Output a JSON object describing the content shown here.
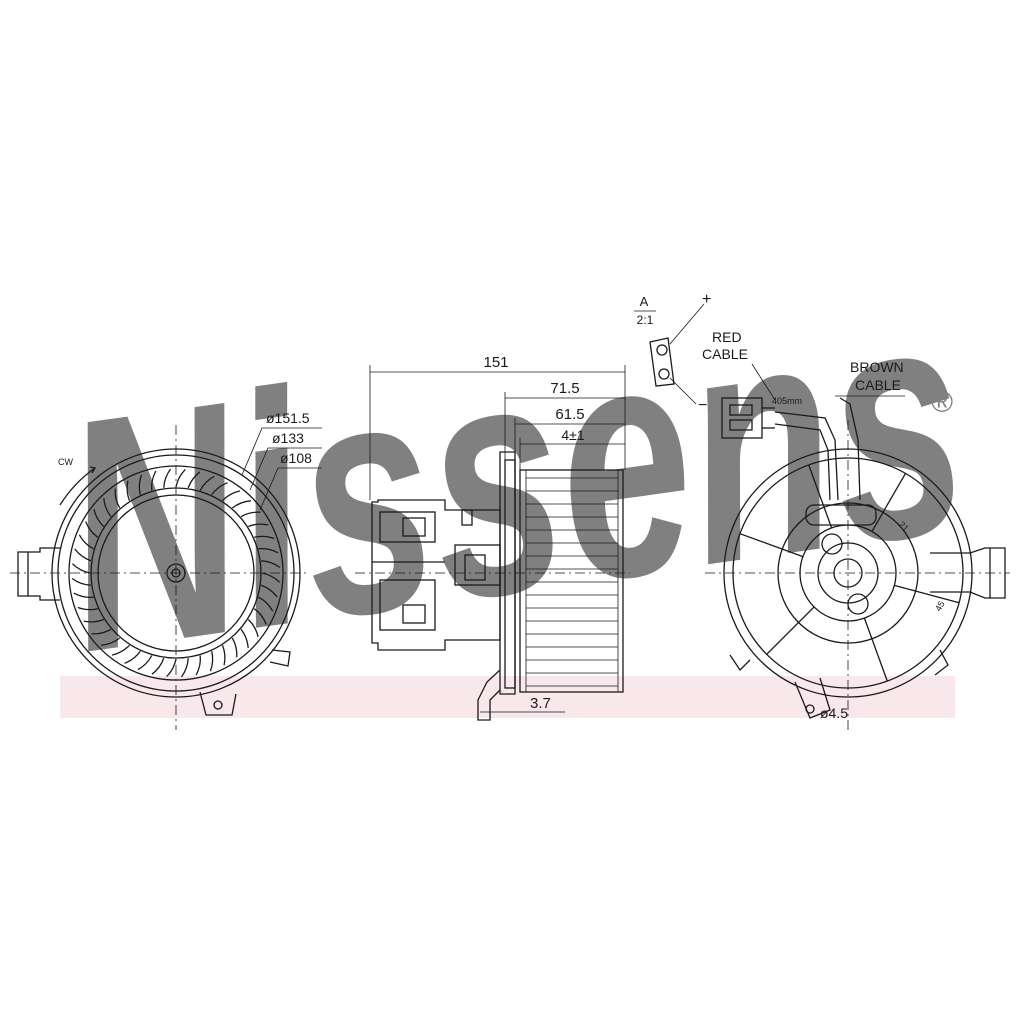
{
  "watermark": {
    "brand": "Nissens",
    "trademark": "®",
    "color": "#9aa8bd",
    "band_color": "#f3d4dc"
  },
  "front_view": {
    "rotation": "CW",
    "dims": {
      "d_outer": "ø151.5",
      "d_mid": "ø133",
      "d_inner": "ø108"
    }
  },
  "side_view": {
    "dims": {
      "overall": "151",
      "d1": "71.5",
      "d2": "61.5",
      "d3": "4±1",
      "bottom": "3.7"
    }
  },
  "detail": {
    "title": "A",
    "scale": "2:1",
    "plus": "+",
    "minus": "−",
    "red_cable": [
      "RED",
      "CABLE"
    ],
    "length": "405mm",
    "brown_cable": [
      "BROWN",
      "CABLE"
    ]
  },
  "rear_view": {
    "hole": "ø4.5",
    "angle_a": "21",
    "angle_b": "45"
  }
}
